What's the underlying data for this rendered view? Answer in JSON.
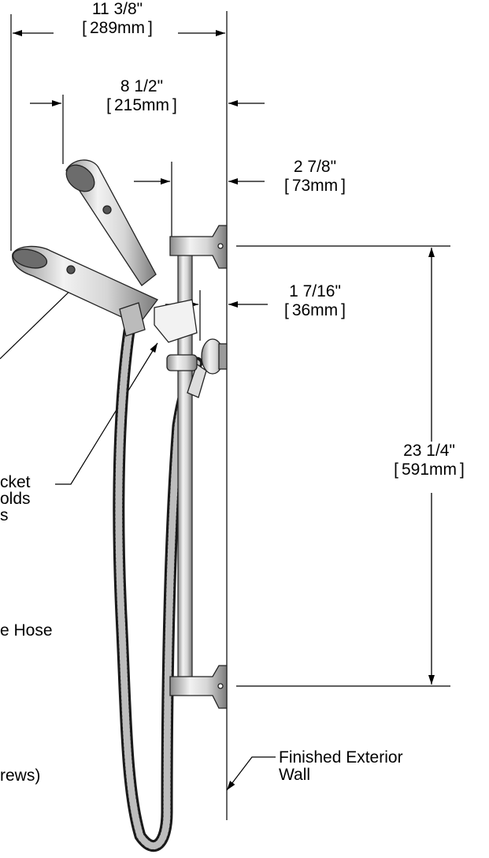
{
  "dimensions": {
    "overall_width": {
      "imperial": "11 3/8\"",
      "metric": "289mm"
    },
    "handle_width": {
      "imperial": "8 1/2\"",
      "metric": "215mm"
    },
    "bar_projection": {
      "imperial": "2 7/8\"",
      "metric": "73mm"
    },
    "bracket_projection": {
      "imperial": "1 7/16\"",
      "metric": "36mm"
    },
    "bar_length": {
      "imperial": "23 1/4\"",
      "metric": "591mm"
    }
  },
  "callouts": {
    "bracket": {
      "line1": "cket",
      "line2": "olds",
      "line3": "s"
    },
    "hose": "e Hose",
    "screws": "rews)",
    "wall": {
      "line1": "Finished Exterior",
      "line2": "Wall"
    }
  }
}
